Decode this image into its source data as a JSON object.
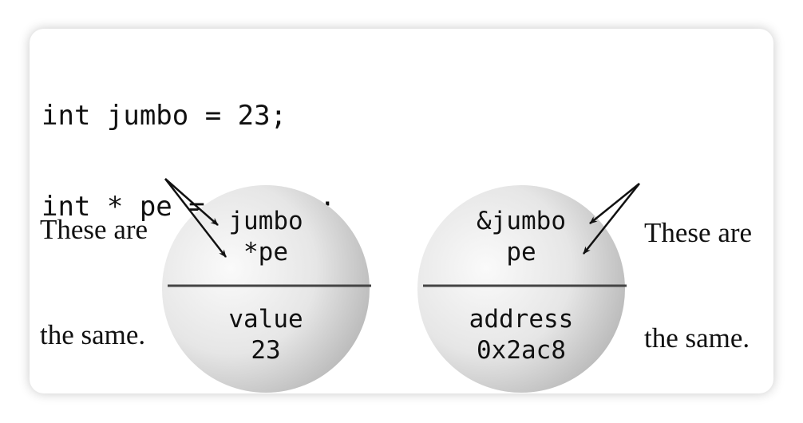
{
  "code": {
    "line1": "int jumbo = 23;",
    "line2": "int * pe = &jumbo;"
  },
  "notes": {
    "left": {
      "line1": "These are",
      "line2": "the same."
    },
    "right": {
      "line1": "These are",
      "line2": "the same."
    }
  },
  "left_circle": {
    "top_line1": "jumbo",
    "top_line2": "*pe",
    "bottom_line1": "value",
    "bottom_line2": "23"
  },
  "right_circle": {
    "top_line1": "&jumbo",
    "top_line2": "pe",
    "bottom_line1": "address",
    "bottom_line2": "0x2ac8"
  },
  "colors": {
    "circle_light": "#f7f7f7",
    "circle_dark": "#b8b8b8",
    "divider": "#444444",
    "text": "#111111"
  }
}
